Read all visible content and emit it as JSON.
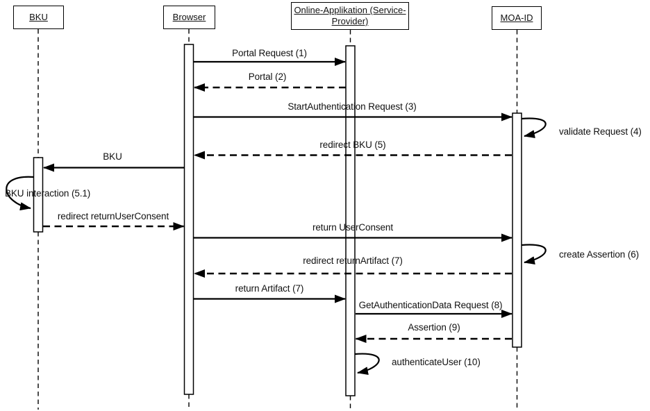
{
  "colors": {
    "line": "#000000",
    "text": "#111111",
    "background": "#ffffff"
  },
  "actors": [
    {
      "id": "bku",
      "label": "BKU"
    },
    {
      "id": "browser",
      "label": "Browser"
    },
    {
      "id": "online-app",
      "label": "Online-Applikation (Service-\nProvider)"
    },
    {
      "id": "moa-id",
      "label": "MOA-ID"
    }
  ],
  "messages": [
    {
      "label": "Portal Request (1)",
      "from": "Browser",
      "to": "Online-Applikation",
      "line": "solid"
    },
    {
      "label": "Portal (2)",
      "from": "Online-Applikation",
      "to": "Browser",
      "line": "dashed"
    },
    {
      "label": "StartAuthentication Request (3)",
      "from": "Browser",
      "to": "MOA-ID",
      "line": "solid"
    },
    {
      "label": "validate Request (4)",
      "on": "MOA-ID",
      "line": "self"
    },
    {
      "label": "redirect BKU (5)",
      "from": "MOA-ID",
      "to": "Browser",
      "line": "dashed"
    },
    {
      "label": "BKU",
      "from": "Browser",
      "to": "BKU",
      "line": "solid"
    },
    {
      "label": "BKU interaction (5.1)",
      "on": "BKU",
      "line": "self"
    },
    {
      "label": "redirect returnUserConsent",
      "from": "BKU",
      "to": "Browser",
      "line": "dashed"
    },
    {
      "label": "return UserConsent",
      "from": "Browser",
      "to": "MOA-ID",
      "line": "solid"
    },
    {
      "label": "create Assertion (6)",
      "on": "MOA-ID",
      "line": "self"
    },
    {
      "label": "redirect returnArtifact (7)",
      "from": "MOA-ID",
      "to": "Browser",
      "line": "dashed"
    },
    {
      "label": "return Artifact (7)",
      "from": "Browser",
      "to": "Online-Applikation",
      "line": "solid"
    },
    {
      "label": "GetAuthenticationData Request (8)",
      "from": "Online-Applikation",
      "to": "MOA-ID",
      "line": "solid"
    },
    {
      "label": "Assertion (9)",
      "from": "MOA-ID",
      "to": "Online-Applikation",
      "line": "dashed"
    },
    {
      "label": "authenticateUser (10)",
      "on": "Online-Applikation",
      "line": "self"
    }
  ]
}
